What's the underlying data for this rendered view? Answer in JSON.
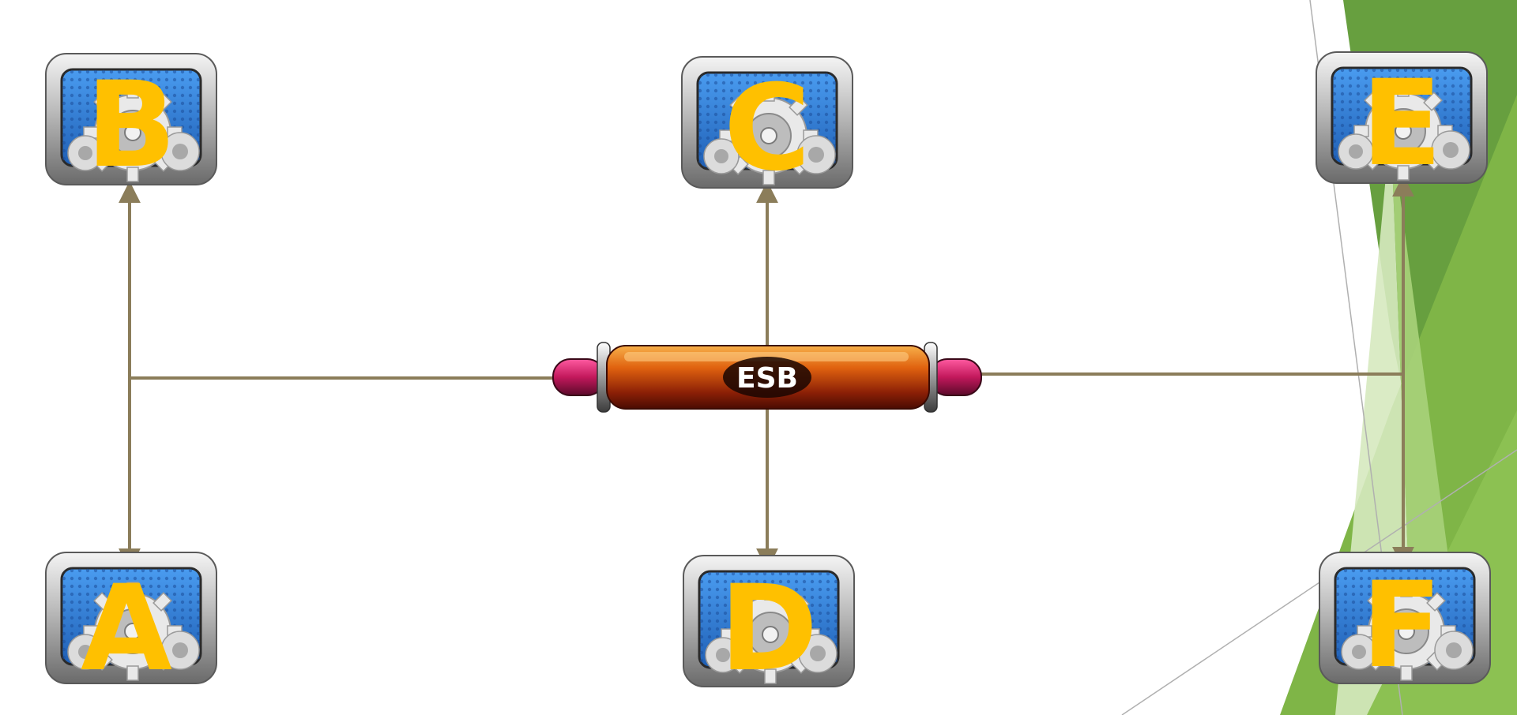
{
  "diagram": {
    "bus": {
      "label": "ESB"
    },
    "nodes": [
      {
        "id": "b",
        "label": "B"
      },
      {
        "id": "c",
        "label": "C"
      },
      {
        "id": "e",
        "label": "E"
      },
      {
        "id": "a",
        "label": "A"
      },
      {
        "id": "d",
        "label": "D"
      },
      {
        "id": "f",
        "label": "F"
      }
    ],
    "colors": {
      "connector": "#8b7d5a",
      "letter": "#ffc000",
      "screen": "#2f7fd6",
      "bus_body": "#c8450a",
      "bus_cap": "#c2185b",
      "accent_green_dark": "#5f9a35",
      "accent_green_light": "#a9d27a"
    },
    "icons": [
      "settings-gears-icon"
    ]
  }
}
